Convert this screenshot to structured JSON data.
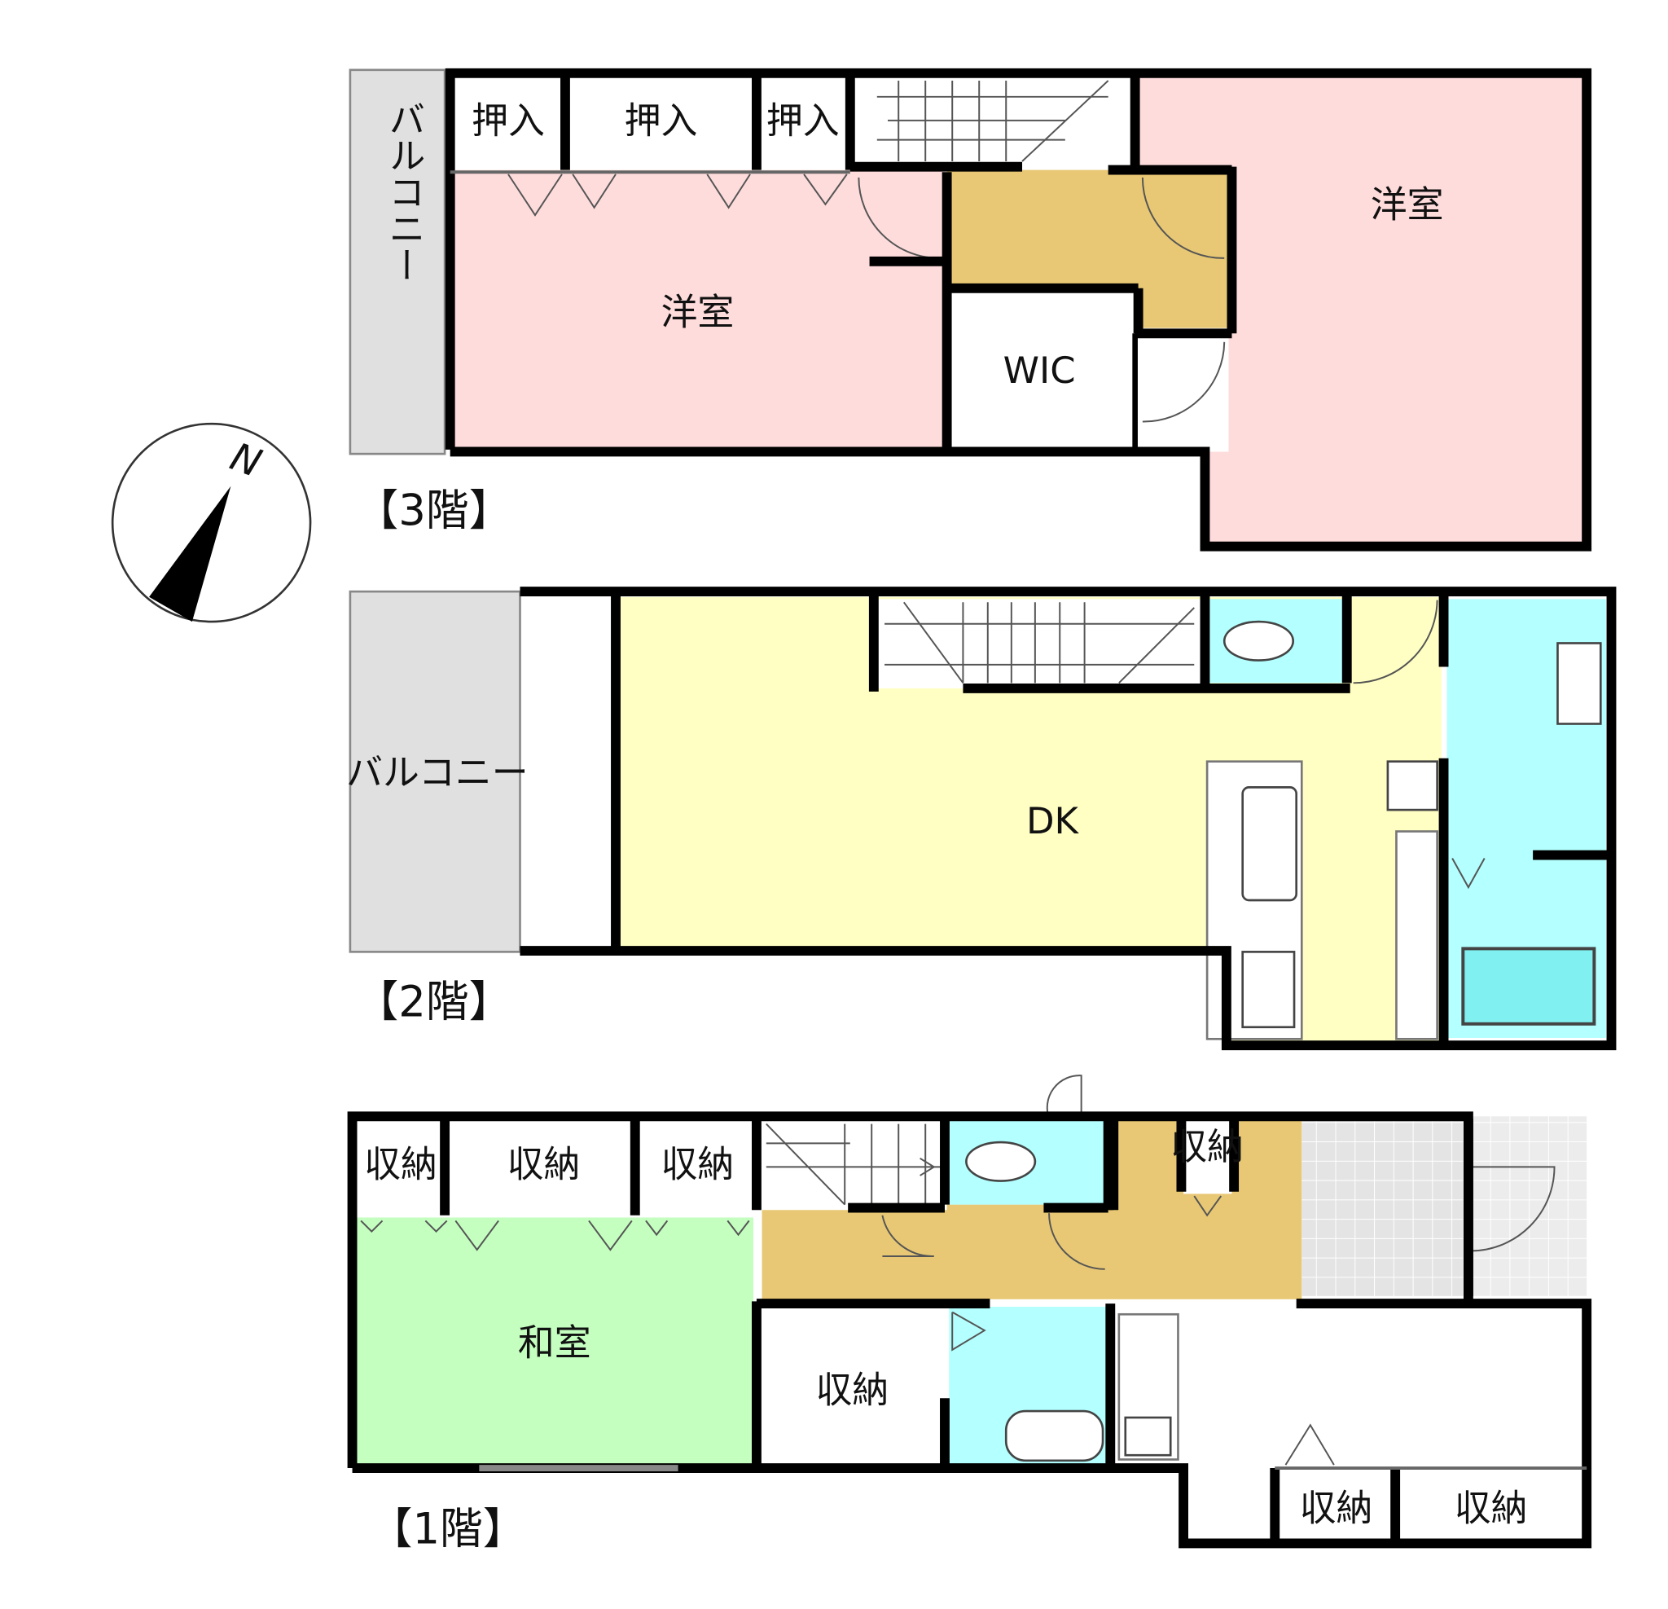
{
  "compass": {
    "north_label": "N"
  },
  "floor3": {
    "title": "【3階】",
    "closets": [
      "押入",
      "押入",
      "押入"
    ],
    "balcony": "バルコニー",
    "room_left": "洋室",
    "room_right": "洋室",
    "wic": "WIC"
  },
  "floor2": {
    "title": "【2階】",
    "balcony": "バルコニー",
    "dk": "DK"
  },
  "floor1": {
    "title": "【1階】",
    "closets_top": [
      "収納",
      "収納",
      "収納"
    ],
    "closet_small": "収納",
    "japanese_room": "和室",
    "closet_middle": "収納",
    "closets_bottom": [
      "収納",
      "収納"
    ]
  },
  "colors": {
    "western_room": "#ffdcdc",
    "hall": "#e8c874",
    "dk": "#ffffc4",
    "water": "#b4ffff",
    "japanese_room": "#c4ffc0",
    "balcony": "#e0e0e0"
  }
}
